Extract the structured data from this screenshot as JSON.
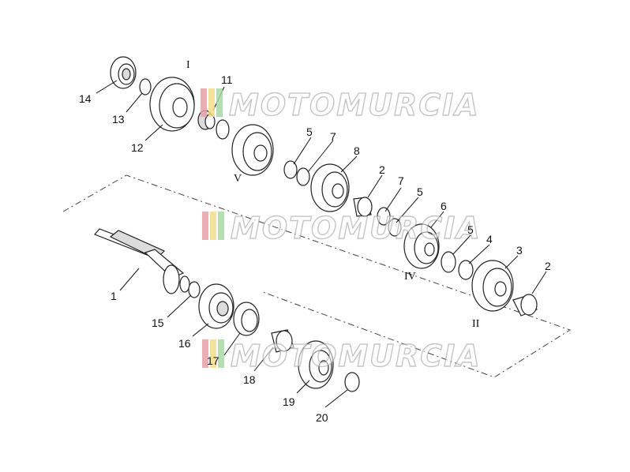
{
  "callouts": [
    {
      "id": "c14",
      "text": "14"
    },
    {
      "id": "c13",
      "text": "13"
    },
    {
      "id": "c12",
      "text": "12"
    },
    {
      "id": "c11",
      "text": "11"
    },
    {
      "id": "c5a",
      "text": "5"
    },
    {
      "id": "c7a",
      "text": "7"
    },
    {
      "id": "c8",
      "text": "8"
    },
    {
      "id": "c2a",
      "text": "2"
    },
    {
      "id": "c7b",
      "text": "7"
    },
    {
      "id": "c5b",
      "text": "5"
    },
    {
      "id": "c6",
      "text": "6"
    },
    {
      "id": "c5c",
      "text": "5"
    },
    {
      "id": "c4",
      "text": "4"
    },
    {
      "id": "c3",
      "text": "3"
    },
    {
      "id": "c2b",
      "text": "2"
    },
    {
      "id": "c1",
      "text": "1"
    },
    {
      "id": "c15",
      "text": "15"
    },
    {
      "id": "c16",
      "text": "16"
    },
    {
      "id": "c17",
      "text": "17"
    },
    {
      "id": "c18",
      "text": "18"
    },
    {
      "id": "c19",
      "text": "19"
    },
    {
      "id": "c20",
      "text": "20"
    }
  ],
  "gear_labels": [
    {
      "id": "gI",
      "text": "I"
    },
    {
      "id": "gV",
      "text": "V"
    },
    {
      "id": "gIV",
      "text": "IV"
    },
    {
      "id": "gII",
      "text": "II"
    }
  ],
  "watermark": {
    "text": "MOTOMURCIA",
    "stripe_colors": [
      "#e8a0a8",
      "#f2dd85",
      "#a8d8a8"
    ]
  }
}
